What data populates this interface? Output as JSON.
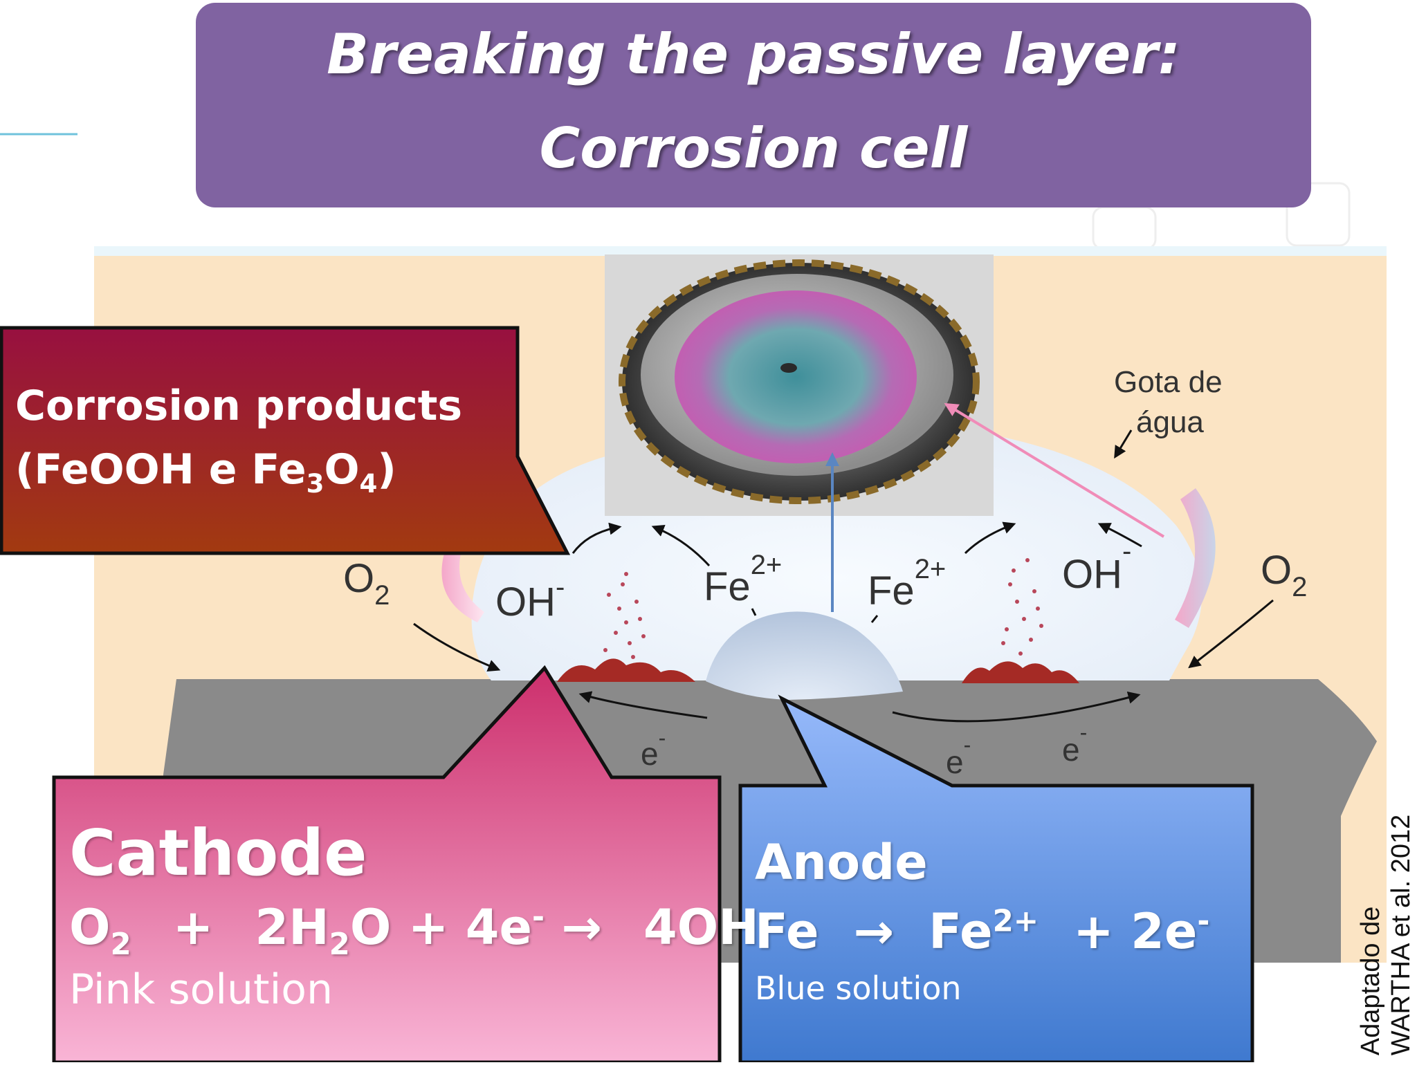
{
  "title": {
    "line1": "Breaking the passive layer:",
    "line2": "Corrosion cell"
  },
  "corrosion_products": {
    "line1": "Corrosion products",
    "line2_prefix": "(FeOOH e Fe",
    "sub1": "3",
    "mid": "O",
    "sub2": "4",
    "line2_suffix": ")"
  },
  "cathode": {
    "title": "Cathode",
    "eq_o": "O",
    "eq_o_sub": "2",
    "eq_plus": "+",
    "eq_water_a": "2H",
    "eq_water_sub": "2",
    "eq_water_b": "O + 4e",
    "eq_e_sup": "-",
    "eq_arrow": "→",
    "eq_product": "4OH",
    "eq_product_sup": "-",
    "subtitle": "Pink solution"
  },
  "anode": {
    "title": "Anode",
    "eq_fe": "Fe",
    "eq_arrow": "→",
    "eq_ion": "Fe",
    "eq_ion_sup": "2+",
    "eq_rest": "+ 2e",
    "eq_rest_sup": "-",
    "subtitle": "Blue solution"
  },
  "diagram_labels": {
    "o2_left": "O",
    "o2_left_sub": "2",
    "o2_right": "O",
    "o2_right_sub": "2",
    "oh_left": "OH",
    "oh_left_sup": "-",
    "oh_right": "OH",
    "oh_right_sup": "-",
    "fe_left": "Fe",
    "fe_left_sup": "2+",
    "fe_right": "Fe",
    "fe_right_sup": "2+",
    "e1": "e",
    "e1_sup": "-",
    "e2": "e",
    "e2_sup": "-",
    "e3": "e",
    "e3_sup": "-",
    "gota_l1": "Gota de",
    "gota_l2": "água"
  },
  "credit": {
    "line1": "Adaptado de",
    "line2": "WARTHA et al. 2012"
  },
  "colors": {
    "title_bg": "#8063a1",
    "products_box": "#8e1838",
    "cathode_box": "#e0648e",
    "anode_box": "#6b9be8",
    "metal": "#8a8a8a",
    "background_panel": "#fbe4c4"
  }
}
